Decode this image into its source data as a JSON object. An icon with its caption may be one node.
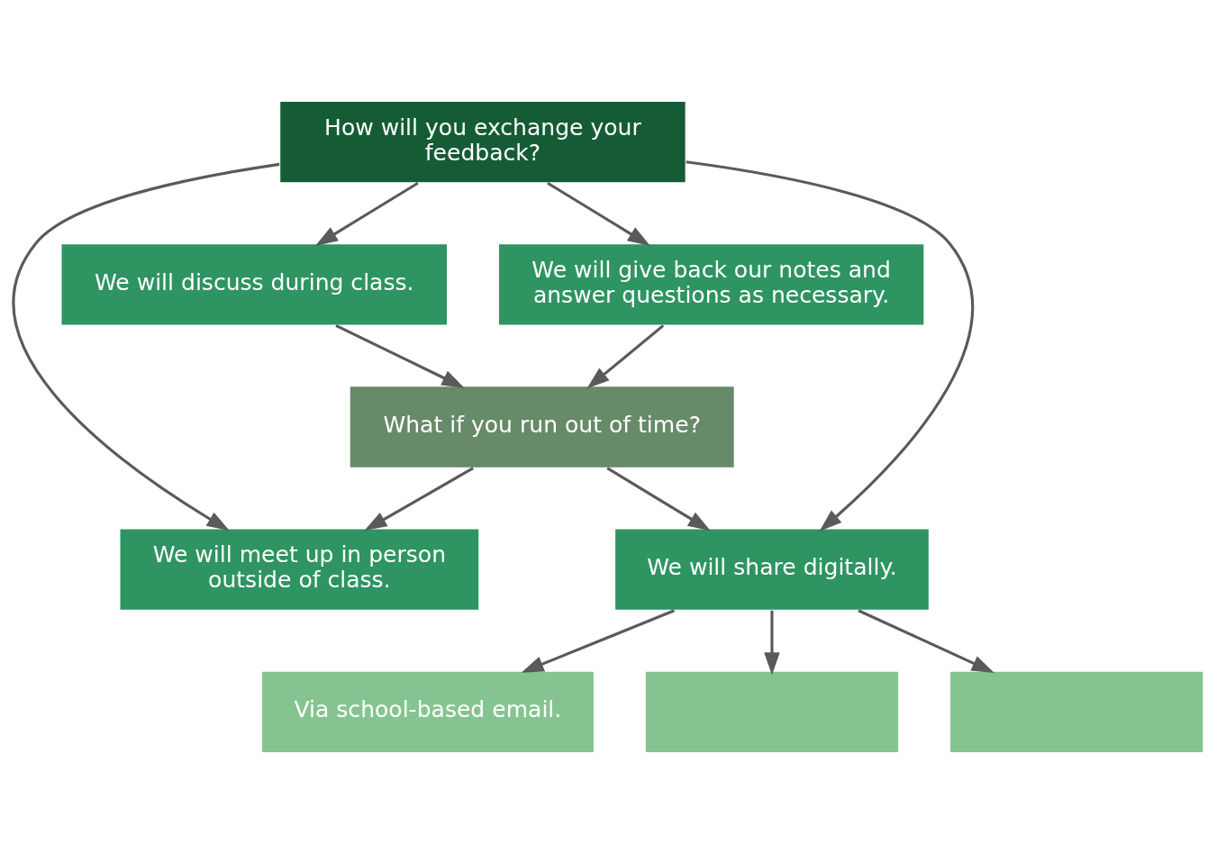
{
  "diagram": {
    "nodes": [
      {
        "text": [
          "How will you exchange your feedback?"
        ]
      },
      {
        "text": [
          "We will discuss during class."
        ]
      },
      {
        "text": [
          "We will give back our notes and answer questions as necessary."
        ]
      },
      {
        "text": [
          "We will meet up in person outside of class."
        ]
      },
      {
        "text": [
          "We will share digitally."
        ]
      },
      {
        "text": [
          "What if you run out of time?"
        ]
      },
      {
        "text": [
          "Via school-based email."
        ]
      },
      {
        "text": [],
        "shape": "box"
      },
      {
        "text": [],
        "shape": "box"
      }
    ],
    "edges": [
      {
        "from": 0,
        "to": 1,
        "arrow": "to"
      },
      {
        "from": 0,
        "to": 2,
        "arrow": "to"
      },
      {
        "from": 0,
        "to": 3,
        "arrow": "to"
      },
      {
        "from": 0,
        "to": 4,
        "arrow": "to"
      },
      {
        "from": 1,
        "to": 5,
        "arrow": "to"
      },
      {
        "from": 2,
        "to": 5,
        "arrow": "to"
      },
      {
        "from": 5,
        "to": 3,
        "arrow": "to"
      },
      {
        "from": 5,
        "to": 4,
        "arrow": "to"
      },
      {
        "from": 4,
        "to": 6,
        "arrow": "to"
      },
      {
        "from": 4,
        "to": 7,
        "arrow": "to"
      },
      {
        "from": 4,
        "to": 8,
        "arrow": "to"
      }
    ]
  }
}
